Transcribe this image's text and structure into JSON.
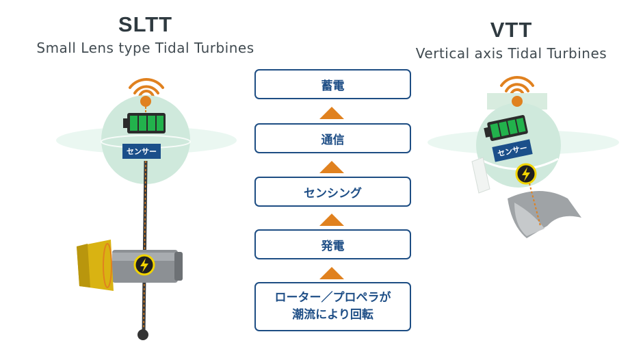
{
  "left": {
    "title": "SLTT",
    "subtitle": "Small Lens type Tidal Turbines",
    "sensor_label": "センサー"
  },
  "right": {
    "title": "VTT",
    "subtitle": "Vertical axis Tidal Turbines",
    "sensor_label": "センサー"
  },
  "flow": {
    "steps": [
      "蓄電",
      "通信",
      "センシング",
      "発電"
    ],
    "bottom_line1": "ローター／プロペラが",
    "bottom_line2": "潮流により回転"
  },
  "colors": {
    "navy": "#1d4d83",
    "orange": "#e0811f",
    "mint": "#cfe9dc",
    "battery": "#22b24c"
  },
  "icons": [
    "wifi-icon",
    "battery-icon",
    "lightning-icon"
  ]
}
